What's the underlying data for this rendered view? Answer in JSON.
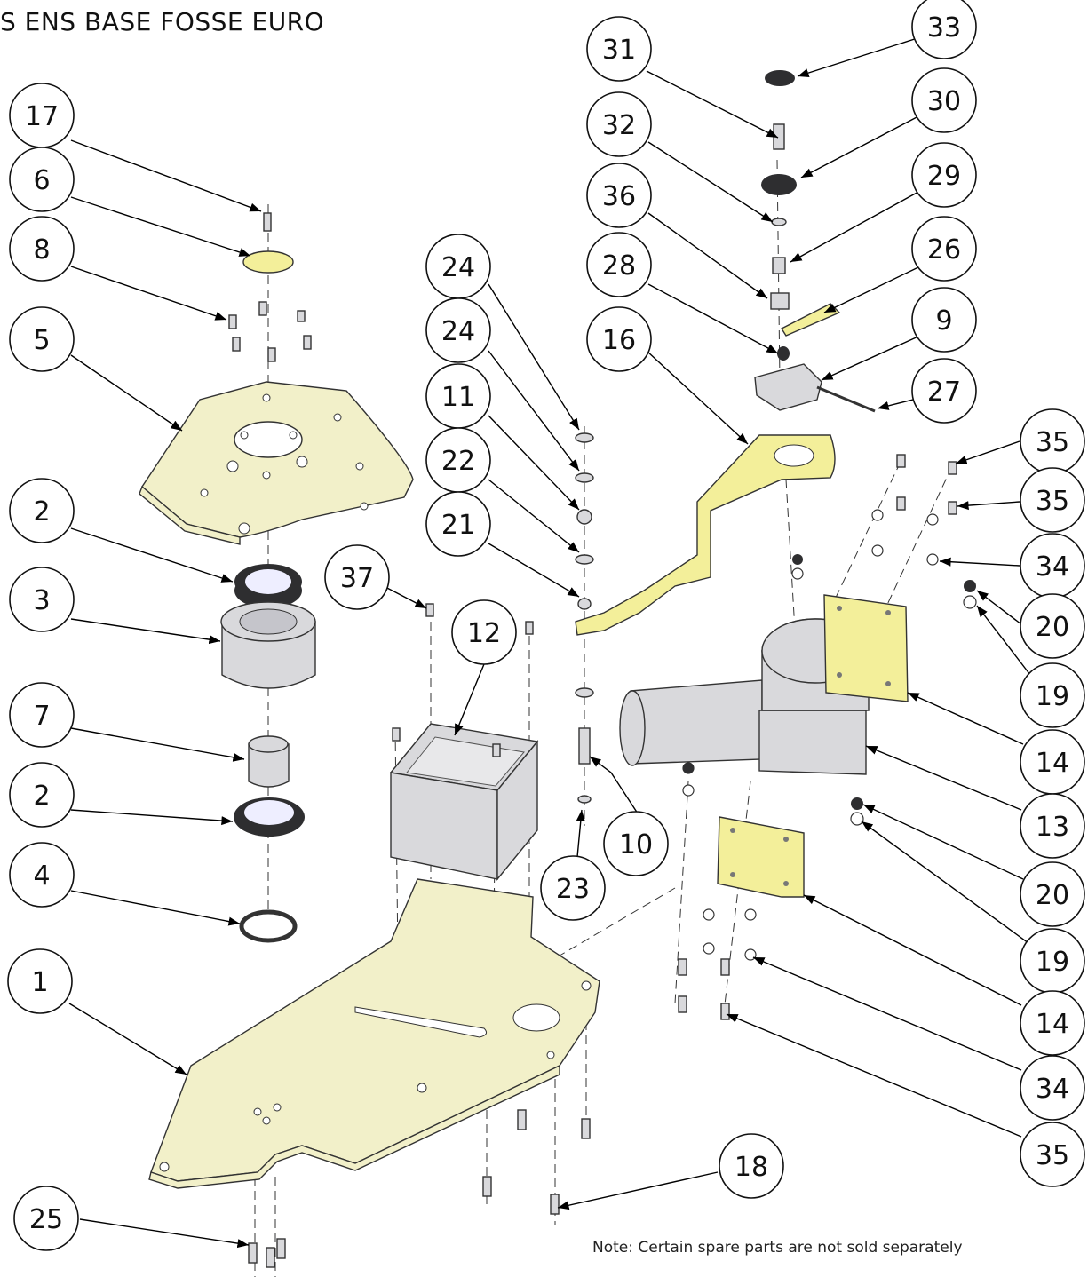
{
  "title": "S ENS BASE FOSSE EURO",
  "note": "Note:  Certain spare parts  are not sold separately",
  "callouts": [
    "33",
    "31",
    "30",
    "32",
    "29",
    "36",
    "26",
    "28",
    "9",
    "27",
    "16",
    "24",
    "24",
    "11",
    "22",
    "21",
    "17",
    "6",
    "8",
    "5",
    "2",
    "3",
    "7",
    "2",
    "4",
    "1",
    "37",
    "12",
    "10",
    "23",
    "35",
    "35",
    "34",
    "20",
    "19",
    "14",
    "13",
    "20",
    "19",
    "14",
    "34",
    "35",
    "18",
    "25"
  ],
  "colors": {
    "part_yellow": "#f2f0c9",
    "bracket_yellow": "#f3ef9a",
    "metal_grey": "#d9d9dc",
    "line": "#111111"
  }
}
